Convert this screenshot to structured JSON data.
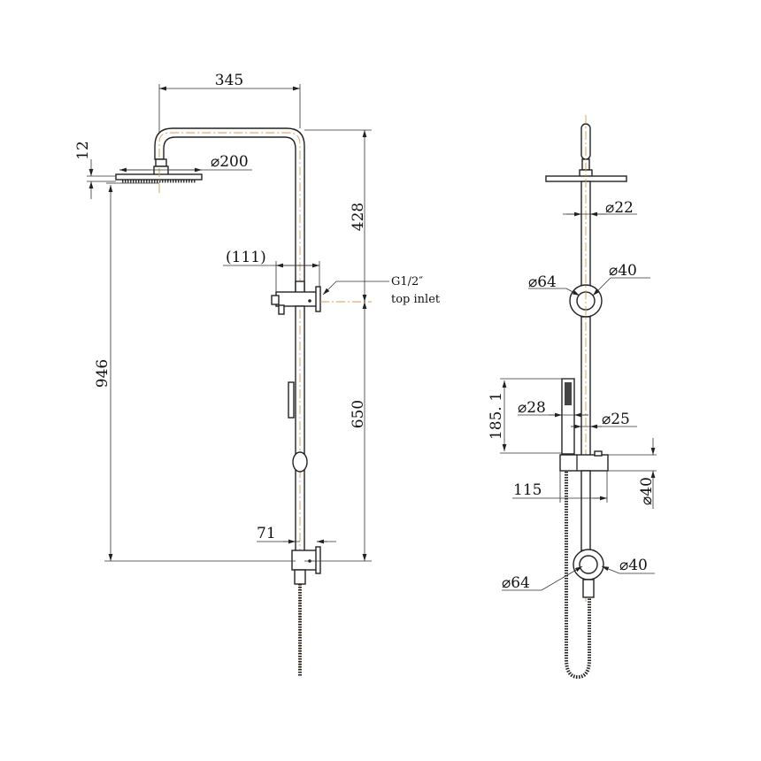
{
  "side_view": {
    "dim_arm_reach": "345",
    "dim_head_thickness": "12",
    "dim_head_diameter": "⌀200",
    "dim_rail_upper": "428",
    "dim_diverter_projection": "(111)",
    "inlet_label_line1": "G1/2″",
    "inlet_label_line2": "top inlet",
    "dim_rail_lower": "650",
    "dim_total_height": "946",
    "dim_bracket_projection": "71"
  },
  "front_view": {
    "dim_pipe_diameter": "⌀22",
    "dim_diverter_outer": "⌀64",
    "dim_diverter_inner": "⌀40",
    "dim_handshower_length": "185. 1",
    "dim_handshower_diameter": "⌀28",
    "dim_rail_diameter": "⌀25",
    "dim_slider_width": "115",
    "dim_slider_diameter": "⌀40",
    "dim_bracket_outer": "⌀64",
    "dim_bracket_inner": "⌀40"
  },
  "colors": {
    "centerline": "#d49a50",
    "lines": "#222222"
  }
}
